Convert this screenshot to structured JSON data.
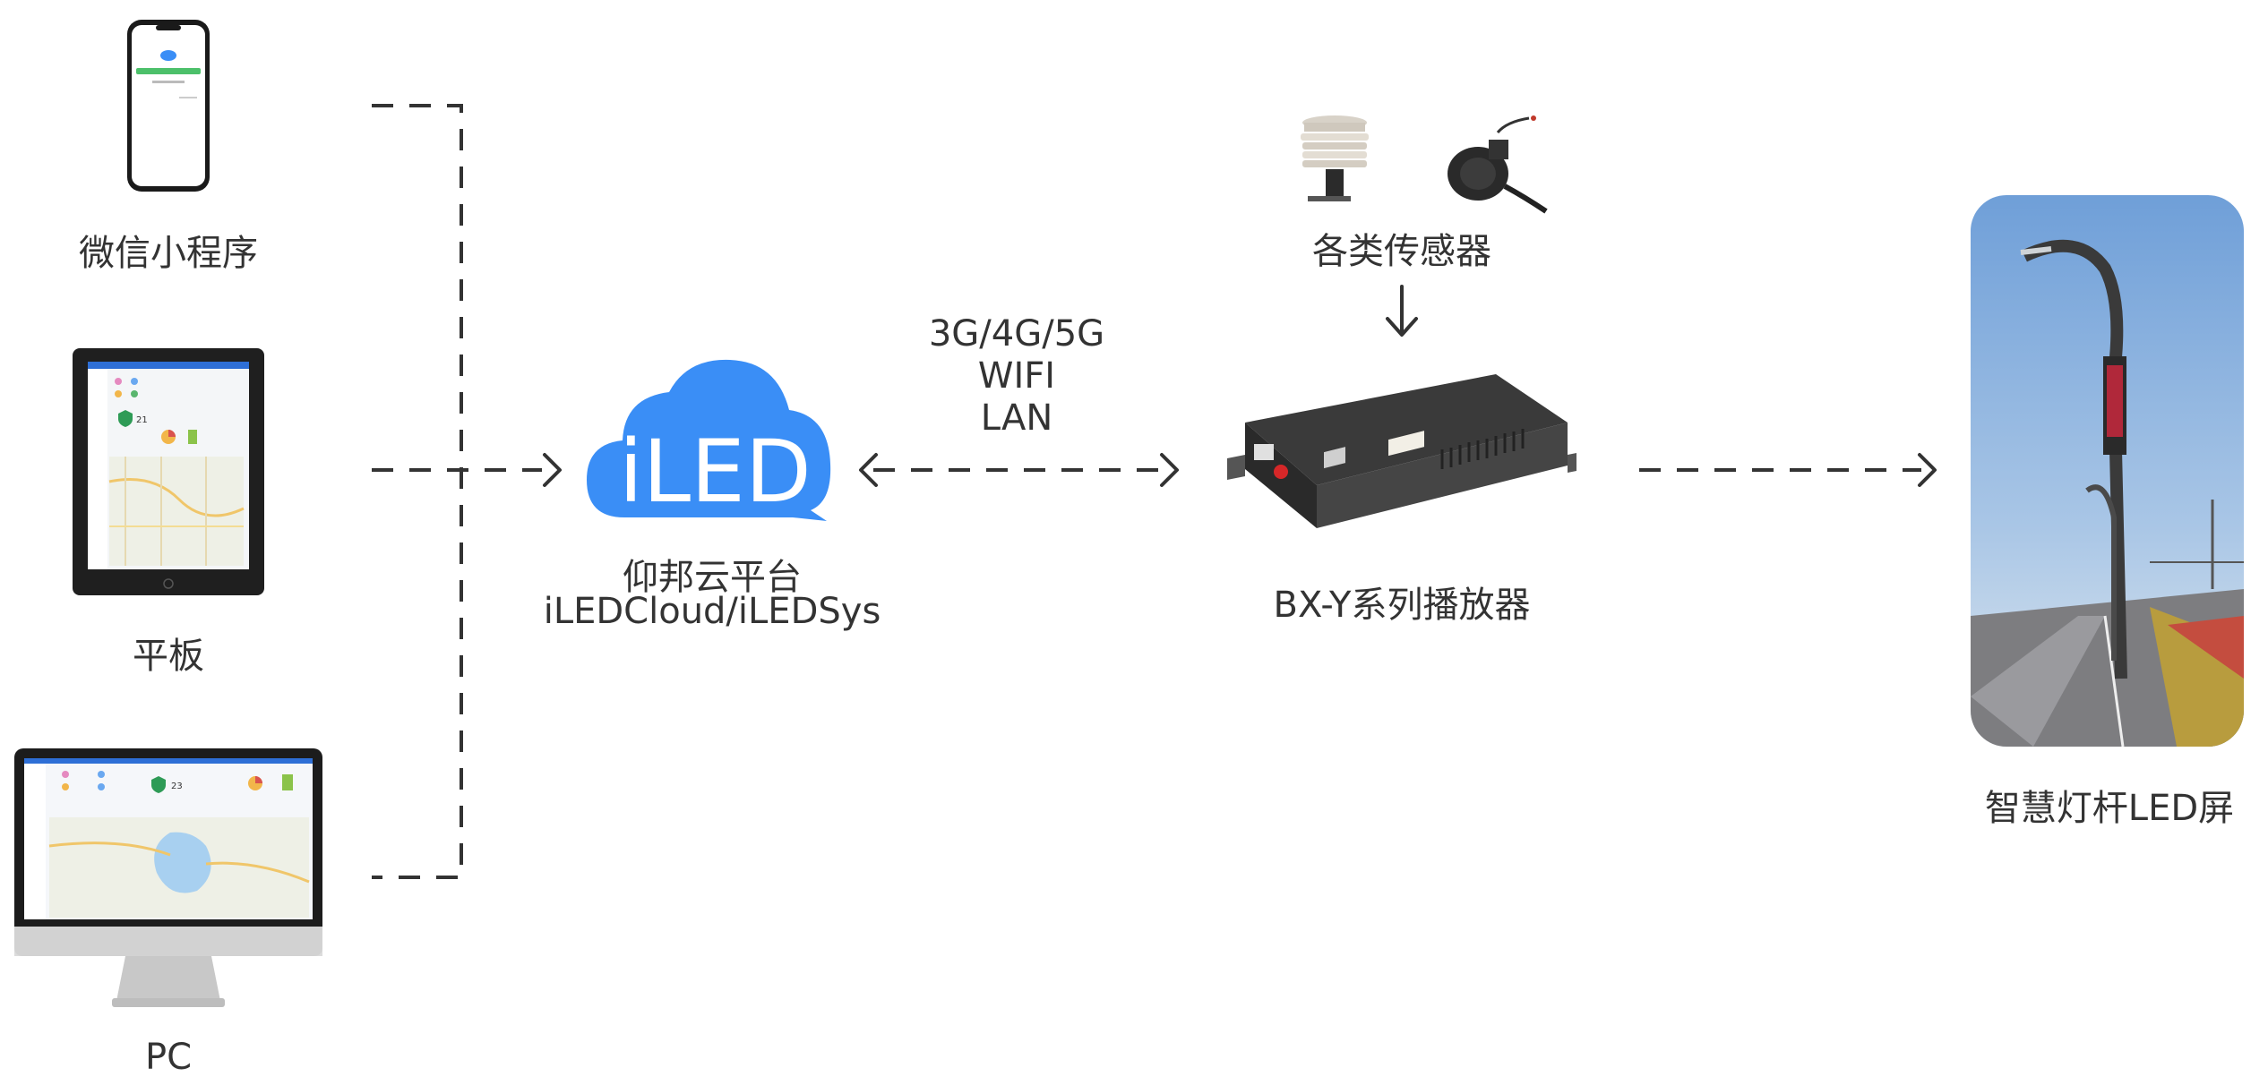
{
  "clients": {
    "mini_program": "微信小程序",
    "tablet": "平板",
    "pc": "PC"
  },
  "cloud": {
    "logo_text": "iLED",
    "name": "仰邦云平台",
    "system": "iLEDCloud/iLEDSys"
  },
  "network": {
    "line1": "3G/4G/5G",
    "line2": "WIFI",
    "line3": "LAN"
  },
  "sensors": {
    "label": "各类传感器"
  },
  "player": {
    "label": "BX-Y系列播放器"
  },
  "screen": {
    "label": "智慧灯杆LED屏"
  },
  "colors": {
    "cloud_blue": "#3a8ef6",
    "line": "#333333"
  }
}
